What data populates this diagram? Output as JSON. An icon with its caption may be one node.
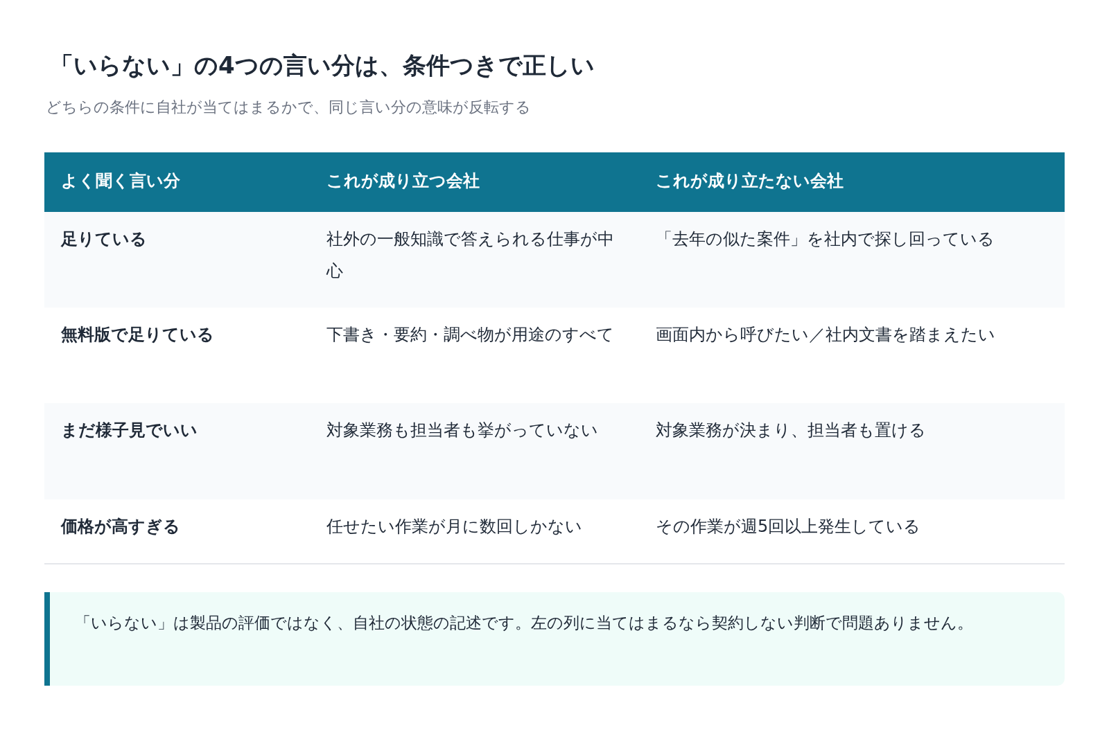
{
  "diagram": {
    "title": "「いらない」の4つの言い分は、条件つきで正しい",
    "nodes": [
      {
        "text": [
          "「いらない」は製品の評価ではなく、自社の状態の記述です。左の列に当てはまるなら契約しない判断で問題ありません。"
        ]
      }
    ],
    "labels": [
      "どちらの条件に自社が当てはまるかで、同じ言い分の意味が反転する",
      "よく聞く言い分",
      "これが成り立つ会社",
      "これが成り立たない会社",
      "足りている",
      "社外の一般知識で答えられる仕事が中心",
      "「去年の似た案件」を社内で探し回っている",
      "無料版で足りている",
      "下書き・要約・調べ物が用途のすべて",
      "画面内から呼びたい／社内文書を踏まえたい",
      "まだ様子見でいい",
      "対象業務も担当者も挙がっていない",
      "対象業務が決まり、担当者も置ける",
      "価格が高すぎる",
      "任せたい作業が月に数回しかない",
      "その作業が週5回以上発生している"
    ]
  }
}
